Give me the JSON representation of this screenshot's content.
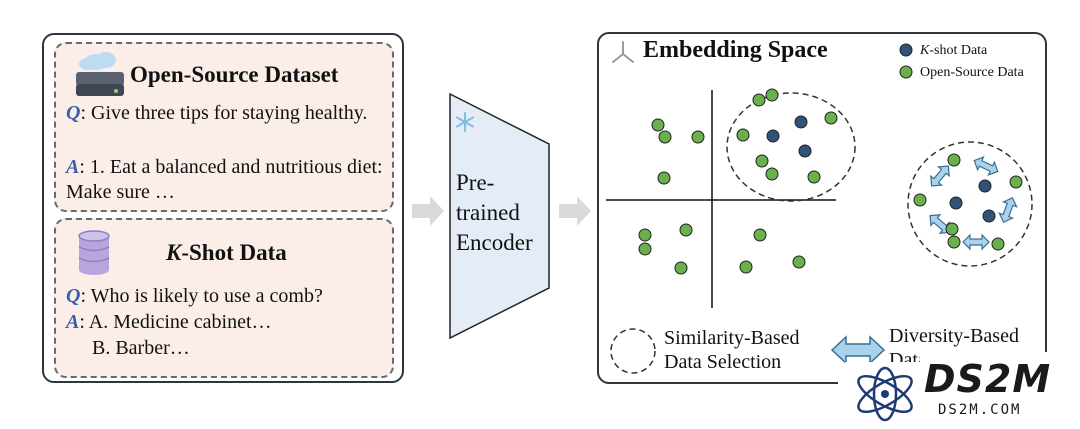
{
  "left": {
    "open_source": {
      "title": "Open-Source Dataset",
      "q_label": "Q",
      "q_text": ": Give three tips for staying healthy.",
      "a_label": "A",
      "a_text": ": 1. Eat a balanced and nutritious diet: Make sure …"
    },
    "kshot": {
      "title_k": "K",
      "title_rest": "-Shot Data",
      "q_label": "Q",
      "q_text": ": Who is likely to use a comb?",
      "a_label": "A",
      "a_text_1": ":  A. Medicine cabinet…",
      "a_text_2": "B. Barber…"
    }
  },
  "encoder": {
    "line1": "Pre-",
    "line2": "trained",
    "line3": "Encoder"
  },
  "embedding": {
    "title": "Embedding Space",
    "legend_kshot_k": "K",
    "legend_kshot_rest": "-shot Data",
    "legend_open": "Open-Source Data",
    "similarity_line1": "Similarity-Based",
    "similarity_line2": "Data Selection",
    "diversity_line1": "Diversity-Based",
    "diversity_line2": "Data Selection"
  },
  "watermark": {
    "brand": "DS2M",
    "url": "DS2M.COM"
  },
  "colors": {
    "kshot_dot": "#2f5478",
    "open_dot": "#6ab04c",
    "label_blue": "#3c5fa8",
    "card_fill": "#fbeee9",
    "encoder_fill": "#e4ecf7",
    "arrow_fill": "#a9d2ec"
  }
}
